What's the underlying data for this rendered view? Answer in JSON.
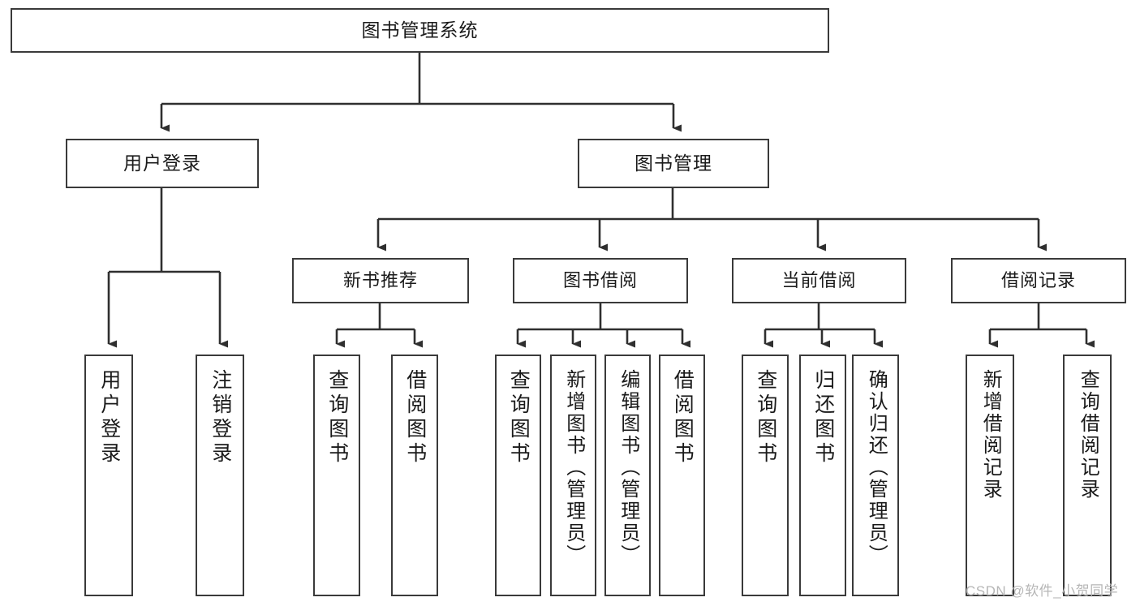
{
  "diagram": {
    "title": "图书管理系统",
    "type": "hierarchy-tree",
    "root": {
      "label": "图书管理系统"
    },
    "level1": [
      {
        "label": "用户登录"
      },
      {
        "label": "图书管理"
      }
    ],
    "level2": [
      {
        "label": "新书推荐",
        "parent": "图书管理"
      },
      {
        "label": "图书借阅",
        "parent": "图书管理"
      },
      {
        "label": "当前借阅",
        "parent": "图书管理"
      },
      {
        "label": "借阅记录",
        "parent": "图书管理"
      }
    ],
    "leaves": {
      "user_login": [
        {
          "label": "用户登录"
        },
        {
          "label": "注销登录"
        }
      ],
      "new_book_recommend": [
        {
          "label": "查询图书"
        },
        {
          "label": "借阅图书"
        }
      ],
      "book_borrow": [
        {
          "label": "查询图书"
        },
        {
          "label": "新增图书（管理员）"
        },
        {
          "label": "编辑图书（管理员）"
        },
        {
          "label": "借阅图书"
        }
      ],
      "current_borrow": [
        {
          "label": "查询图书"
        },
        {
          "label": "归还图书"
        },
        {
          "label": "确认归还（管理员）"
        }
      ],
      "borrow_record": [
        {
          "label": "新增借阅记录"
        },
        {
          "label": "查询借阅记录"
        }
      ]
    }
  },
  "watermark": {
    "text": "CSDN @软件_小贺同学"
  },
  "colors": {
    "box_border": "#3a3a3a",
    "box_fill": "#ffffff",
    "wire": "#2f2f2f",
    "text": "#1a1a1a",
    "watermark": "#b6b6b6"
  }
}
